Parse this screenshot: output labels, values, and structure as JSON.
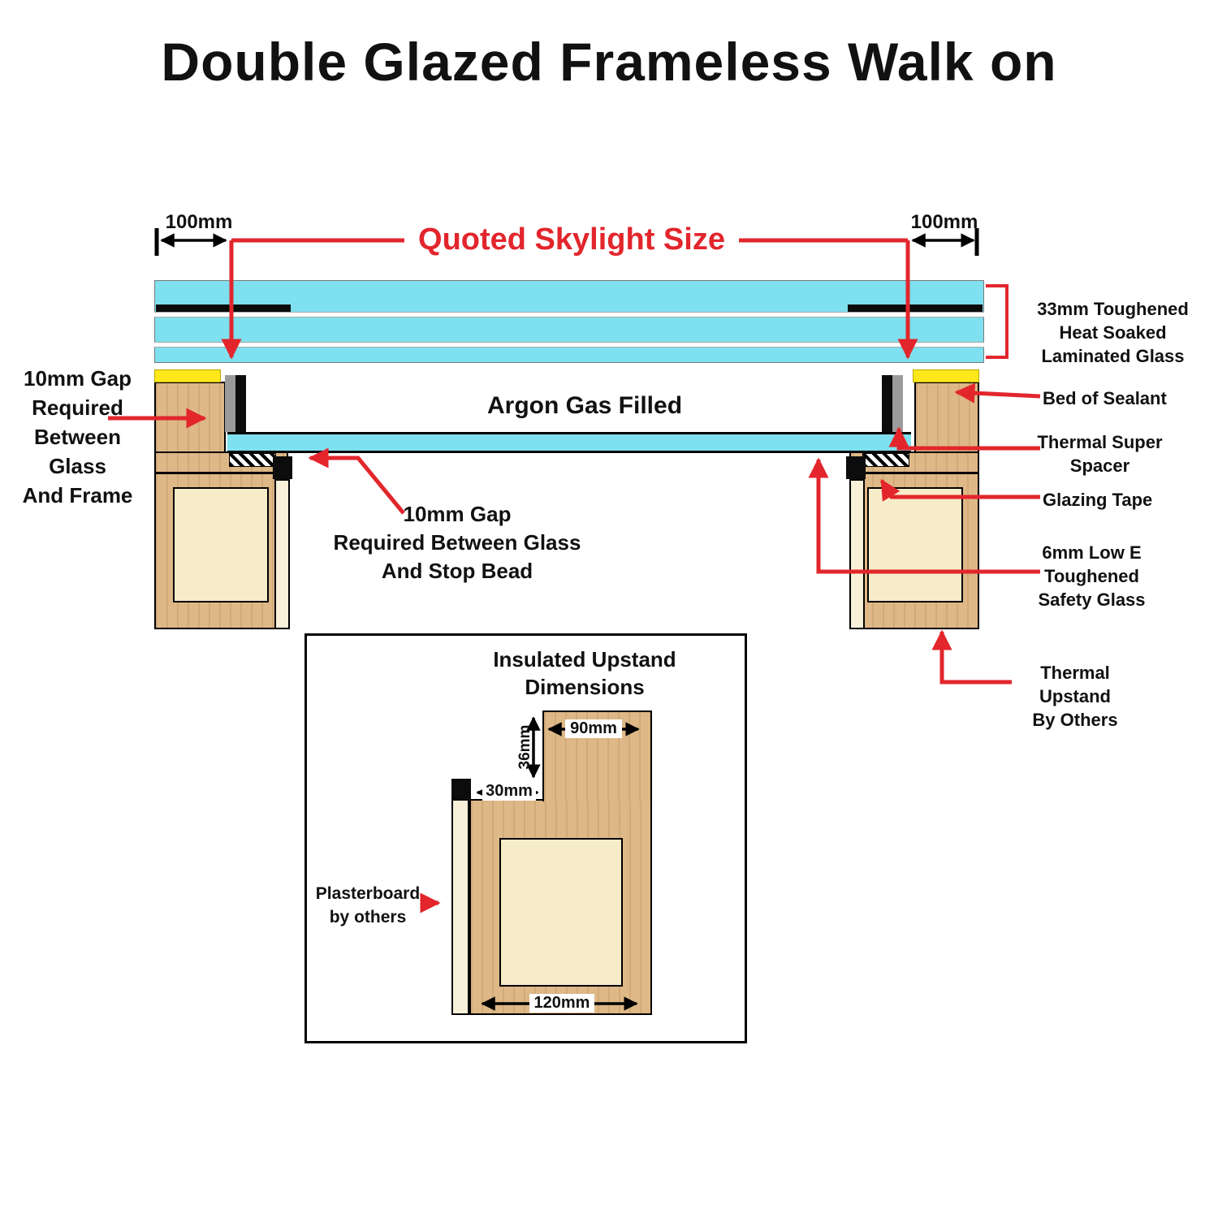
{
  "title": "Double Glazed Frameless Walk on",
  "colors": {
    "red": "#e2262c",
    "glass": "#7fe0ef",
    "wood": "#deb887",
    "panel": "#f7ecca",
    "sealant_yellow": "#ffe81a"
  },
  "main_diagram": {
    "dim_left": "100mm",
    "dim_right": "100mm",
    "quoted_size_label": "Quoted Skylight Size",
    "argon_label": "Argon Gas Filled",
    "gap_frame_label": "10mm Gap\nRequired\nBetween\nGlass\nAnd Frame",
    "gap_stop_bead_label": "10mm Gap\nRequired Between Glass\nAnd Stop Bead",
    "laminated_label": "33mm Toughened\nHeat Soaked\nLaminated Glass",
    "sealant_label": "Bed of Sealant",
    "spacer_label": "Thermal Super\nSpacer",
    "glazing_tape_label": "Glazing Tape",
    "low_e_label": "6mm Low E\nToughened\nSafety Glass",
    "upstand_label": "Thermal Upstand\nBy Others"
  },
  "inset": {
    "title": "Insulated Upstand\nDimensions",
    "dim_top": "90mm",
    "dim_side": "36mm",
    "dim_ledge": "30mm",
    "dim_bottom": "120mm",
    "plasterboard_label": "Plasterboard\nby others"
  }
}
